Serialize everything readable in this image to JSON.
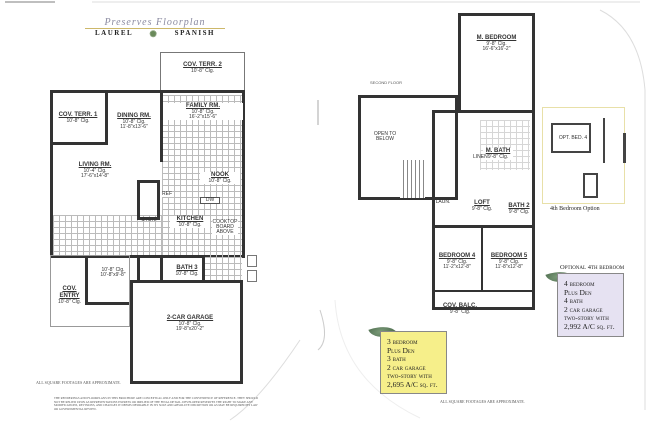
{
  "header": {
    "script_title": "Preserves Floorplan",
    "model_left": "LAUREL",
    "model_right": "SPANISH"
  },
  "first_floor": {
    "rooms": [
      {
        "name": "COV. TERR. 2",
        "ceiling": "10'-8\" Clg."
      },
      {
        "name": "COV. TERR. 1",
        "ceiling": "10'-8\" Clg."
      },
      {
        "name": "DINING RM.",
        "ceiling": "10'-8\" Clg.",
        "size": "11'-8\"x13'-6\""
      },
      {
        "name": "FAMILY RM.",
        "ceiling": "10'-8\" Clg.",
        "size": "16'-2\"x15'-6\""
      },
      {
        "name": "LIVING RM.",
        "ceiling": "10'-4\" Clg.",
        "size": "17'-6\"x14'-8\""
      },
      {
        "name": "NOOK",
        "ceiling": "10'-8\" Clg."
      },
      {
        "name": "KITCHEN",
        "ceiling": "10'-8\" Clg."
      },
      {
        "name": "STOR.",
        "ceiling": ""
      },
      {
        "name": "BATH 3",
        "ceiling": "10'-8\" Clg."
      },
      {
        "name": "",
        "ceiling": "10'-8\" Clg.",
        "size": "10'-8\"x9'-8\""
      },
      {
        "name": "COV. ENTRY",
        "ceiling": "10'-8\" Clg."
      },
      {
        "name": "2-CAR GARAGE",
        "ceiling": "10'-8\" Clg.",
        "size": "19'-8\"x20'-2\""
      }
    ],
    "fixtures": {
      "ref": "REF",
      "dw": "DW",
      "cooktop": "COOKTOP BOARD ABOVE"
    },
    "footnote": "ALL SQUARE FOOTAGES ARE APPROXIMATE.",
    "disclaimer": "THE RENDERINGS AND FLOORPLANS IN THIS BROCHURE ARE CONCEPTUAL ONLY AND FOR THE CONVENIENCE OF REFERENCE. THEY SHOULD NOT BE RELIED UPON AS REPRESENTATIONS EXPRESS OR IMPLIED OF THE FINAL DETAIL. DEVELOPER RESERVES THE RIGHT TO MAKE ANY MODIFICATIONS, REVISIONS, AND CHANGES IT DEEMS DESIRABLE IN ITS SOLE AND ABSOLUTE DISCRETION OR AS MAY BE REQUIRED BY LAW OR GOVERNMENTAL REVIEW."
  },
  "second_floor": {
    "label": "SECOND FLOOR",
    "rooms": [
      {
        "name": "M. BEDROOM",
        "ceiling": "9'-8\" Clg.",
        "size": "16'-6\"x16'-2\""
      },
      {
        "name": "OPEN TO BELOW",
        "ceiling": ""
      },
      {
        "name": "M. BATH",
        "ceiling": "9'-8\" Clg."
      },
      {
        "name": "LOFT",
        "ceiling": "9'-8\" Clg."
      },
      {
        "name": "BATH 2",
        "ceiling": "9'-8\" Clg."
      },
      {
        "name": "BEDROOM 4",
        "ceiling": "9'-8\" Clg.",
        "size": "11'-2\"x12'-8\""
      },
      {
        "name": "BEDROOM 5",
        "ceiling": "9'-8\" Clg.",
        "size": "11'-8\"x12'-8\""
      },
      {
        "name": "COV. BALC.",
        "ceiling": "9'-8\" Clg."
      },
      {
        "name": "LAUN.",
        "ceiling": ""
      },
      {
        "name": "LINEN",
        "ceiling": ""
      }
    ],
    "option": {
      "caption": "4th Bedroom Option",
      "room": "OPT. BED. 4"
    },
    "footnote": "ALL SQUARE FOOTAGES ARE APPROXIMATE."
  },
  "base_plan": {
    "lines": [
      "3 bedroom",
      "Plus Den",
      "3 bath",
      "2 car garage",
      "two-story with",
      "2,695 A/C sq. ft."
    ],
    "color": "#f6ef8a"
  },
  "optional_plan": {
    "heading": "Optional 4th bedroom",
    "lines": [
      "4 bedroom",
      "Plus Den",
      "4 bath",
      "2 car garage",
      "two-story with",
      "2,992 A/C sq. ft."
    ],
    "color": "#e6e2f2"
  }
}
